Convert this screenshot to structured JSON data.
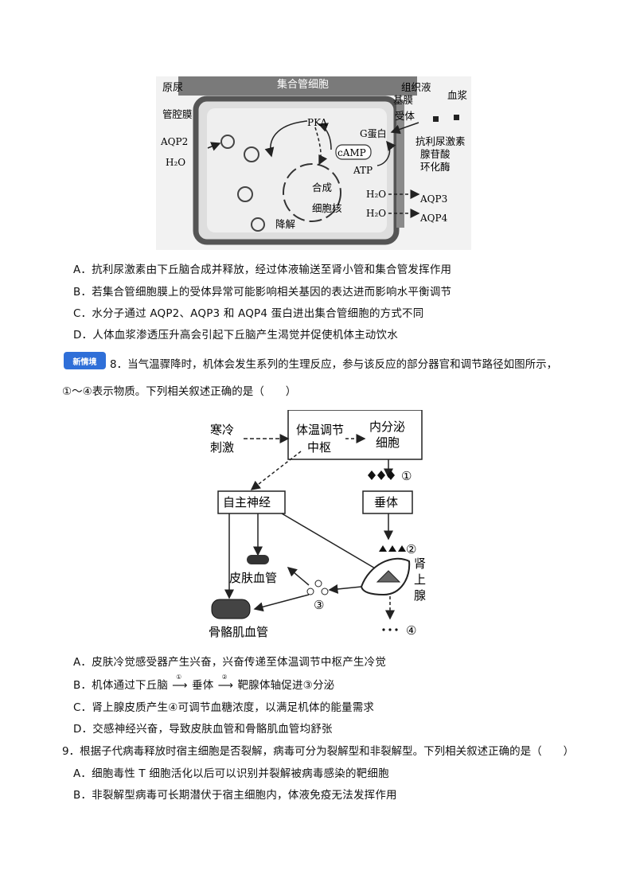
{
  "figure1": {
    "labels": {
      "yuanniao": "原尿",
      "jihe": "集合管细胞",
      "zuzhiye": "组织液",
      "jimo": "基膜",
      "xuejiang": "血浆",
      "guanqiangmo": "管腔膜",
      "shouti": "受体",
      "pka": "PKA",
      "gprotein": "G蛋白",
      "adh1": "抗利尿激素",
      "adh2": "腺苷酸",
      "adh3": "环化酶",
      "camp": "cAMP",
      "atp": "ATP",
      "aqp2": "AQP2",
      "h2o_left": "H₂O",
      "hecheng": "合成",
      "xibaohe": "细胞核",
      "jiangjie": "降解",
      "h2o_r1": "H₂O",
      "aqp3": "AQP3",
      "h2o_r2": "H₂O",
      "aqp4": "AQP4"
    }
  },
  "q7_options": {
    "A": "A．抗利尿激素由下丘脑合成并释放，经过体液输送至肾小管和集合管发挥作用",
    "B": "B．若集合管细胞膜上的受体异常可能影响相关基因的表达进而影响水平衡调节",
    "C": "C．水分子通过 AQP2、AQP3 和 AQP4 蛋白进出集合管细胞的方式不同",
    "D": "D．人体血浆渗透压升高会引起下丘脑产生渴觉并促使机体主动饮水"
  },
  "q8": {
    "badge": "新情境",
    "stem_line1": "8．当气温骤降时，机体会发生系列的生理反应，参与该反应的部分器官和调节路径如图所示，",
    "stem_line2": "①～④表示物质。下列相关叙述正确的是（　　）"
  },
  "figure2": {
    "labels": {
      "hanleng1": "寒冷",
      "hanleng2": "刺激",
      "center1": "体温调节",
      "center2": "中枢",
      "endo1": "内分泌",
      "endo2": "细胞",
      "m1": "①",
      "autonomic": "自主神经",
      "pituitary": "垂体",
      "m2": "②",
      "skin": "皮肤血管",
      "adrenal1": "肾",
      "adrenal2": "上",
      "adrenal3": "腺",
      "m3": "③",
      "m4": "④",
      "muscle": "骨骼肌血管"
    }
  },
  "q8_options": {
    "A": "A．皮肤冷觉感受器产生兴奋，兴奋传递至体温调节中枢产生冷觉",
    "B_pre": "B．机体通过下丘脑",
    "B_m1": "①",
    "B_mid": "垂体",
    "B_m2": "②",
    "B_post": "靶腺体轴促进③分泌",
    "C": "C．肾上腺皮质产生④可调节血糖浓度，以满足机体的能量需求",
    "D": "D．交感神经兴奋，导致皮肤血管和骨骼肌血管均舒张"
  },
  "q9": {
    "stem": "9．根据子代病毒释放时宿主细胞是否裂解，病毒可分为裂解型和非裂解型。下列相关叙述正确的是（　　）",
    "A": "A．细胞毒性 T 细胞活化以后可以识别并裂解被病毒感染的靶细胞",
    "B": "B．非裂解型病毒可长期潜伏于宿主细胞内，体液免疫无法发挥作用"
  }
}
